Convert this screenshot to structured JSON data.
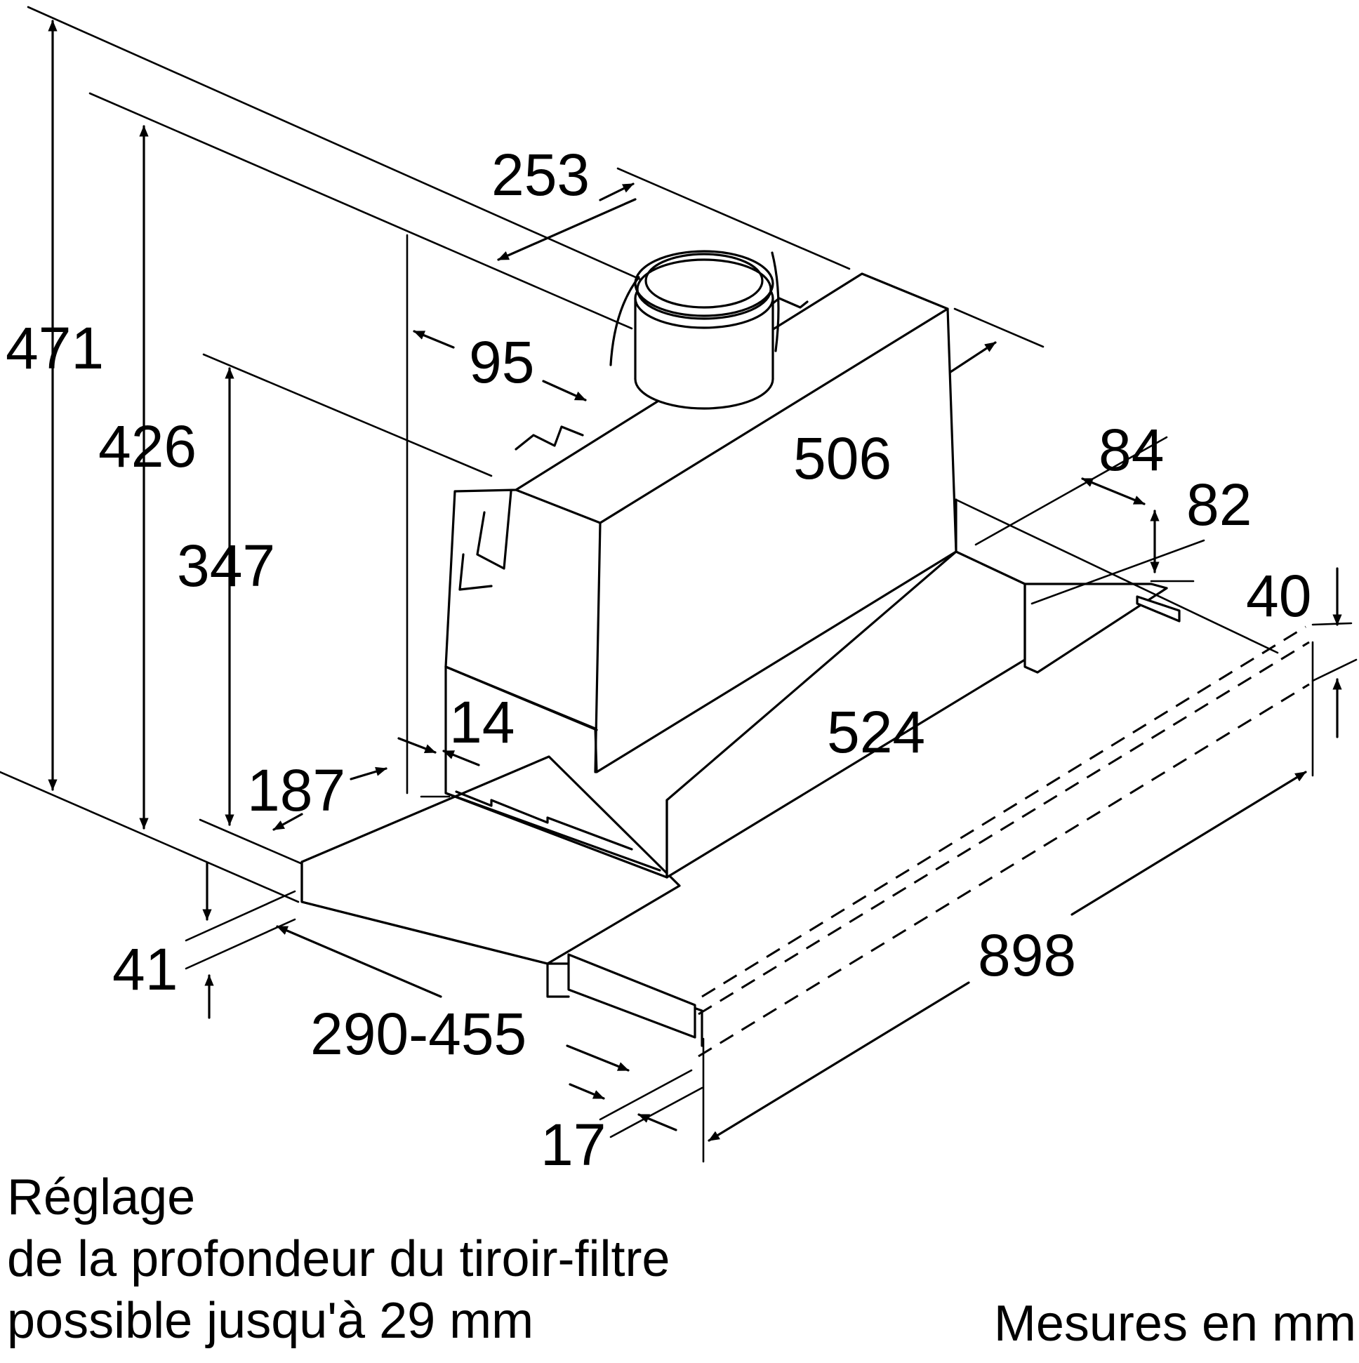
{
  "dimensions": {
    "overall_height": "471",
    "height_426": "426",
    "height_347": "347",
    "chimney_offset_253": "253",
    "chimney_offset_95": "95",
    "body_depth_506": "506",
    "width_84": "84",
    "height_82": "82",
    "height_40": "40",
    "offset_14": "14",
    "offset_187": "187",
    "body_width_524": "524",
    "front_height_41": "41",
    "drawer_depth_range": "290-455",
    "overall_width_898": "898",
    "panel_17": "17"
  },
  "notes": {
    "adjustment_line1": "Réglage",
    "adjustment_line2": "de la profondeur du tiroir-filtre",
    "adjustment_line3": "possible jusqu'à 29 mm",
    "units": "Mesures en mm"
  }
}
